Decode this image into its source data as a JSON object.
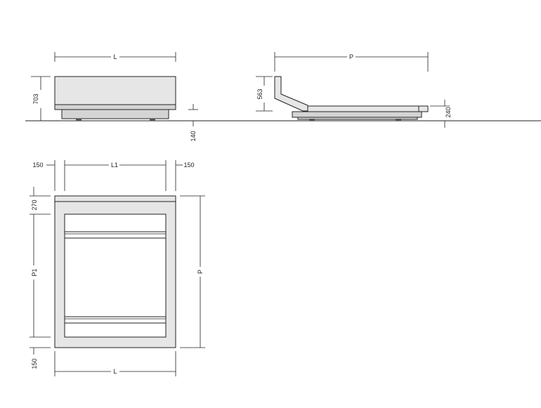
{
  "front_view": {
    "width_label": "L",
    "height_label": "703",
    "base_label": "140"
  },
  "side_view": {
    "depth_label": "P",
    "back_height_label": "563",
    "base_height_label": "240"
  },
  "plan_view": {
    "left_margin_label": "150",
    "inner_width_label": "L1",
    "right_margin_label": "150",
    "head_label": "270",
    "inner_depth_label": "P1",
    "foot_label": "150",
    "total_depth_label": "P",
    "total_width_label": "L"
  }
}
